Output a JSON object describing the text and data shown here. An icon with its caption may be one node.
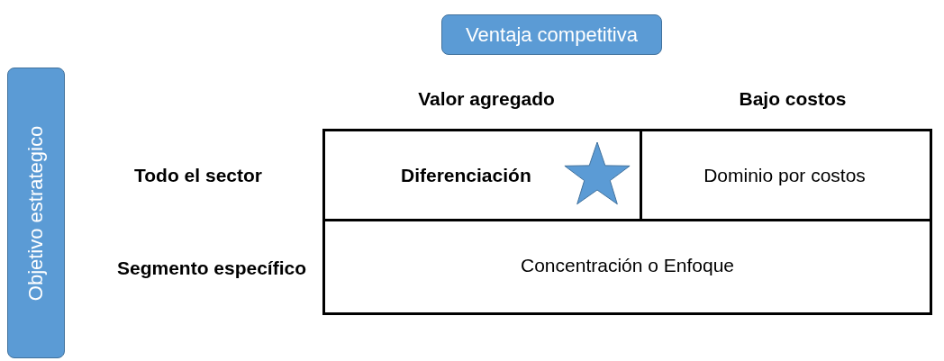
{
  "diagram": {
    "nodes": [
      {
        "text": [
          "Ventaja competitiva"
        ]
      },
      {
        "text": [
          "Objetivo estrategico"
        ]
      },
      {
        "text": [
          "Diferenciación"
        ]
      },
      {
        "text": [
          "Dominio por costos"
        ]
      },
      {
        "text": [
          "Concentración o Enfoque"
        ]
      }
    ],
    "labels": [
      "Valor agregado",
      "Bajo costos",
      "Todo el sector",
      "Segmento específico"
    ]
  }
}
